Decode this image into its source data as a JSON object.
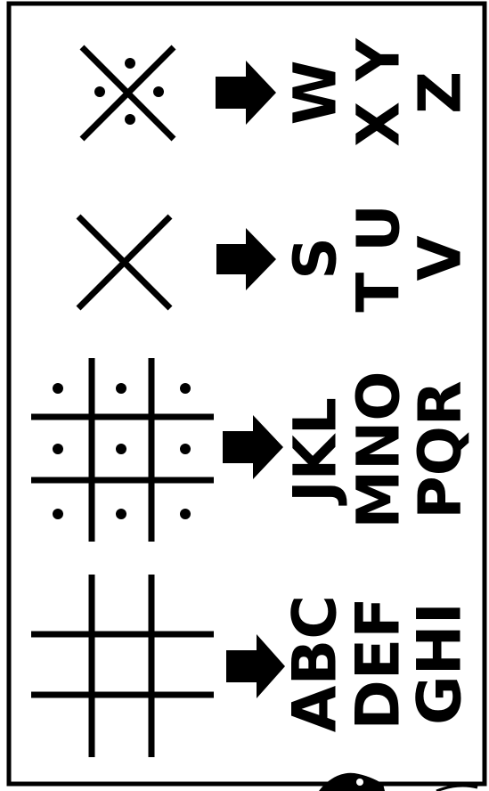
{
  "colors": {
    "ink": "#000000",
    "paper": "#ffffff"
  },
  "sections": [
    {
      "id": "grid-plain",
      "grid_type": "tic-tac-toe",
      "dots": false,
      "arrow_icon": "arrow-right-icon",
      "rows": [
        "ABC",
        "DEF",
        "GHI"
      ]
    },
    {
      "id": "grid-dotted",
      "grid_type": "tic-tac-toe",
      "dots": true,
      "arrow_icon": "arrow-right-icon",
      "rows": [
        "JKL",
        "MNO",
        "PQR"
      ]
    },
    {
      "id": "x-plain",
      "grid_type": "x",
      "dots": false,
      "arrow_icon": "arrow-right-icon",
      "rows": [
        "S",
        "T U",
        "V"
      ]
    },
    {
      "id": "x-dotted",
      "grid_type": "x",
      "dots": true,
      "arrow_icon": "arrow-right-icon",
      "rows": [
        "W",
        "X Y",
        "Z"
      ]
    }
  ]
}
